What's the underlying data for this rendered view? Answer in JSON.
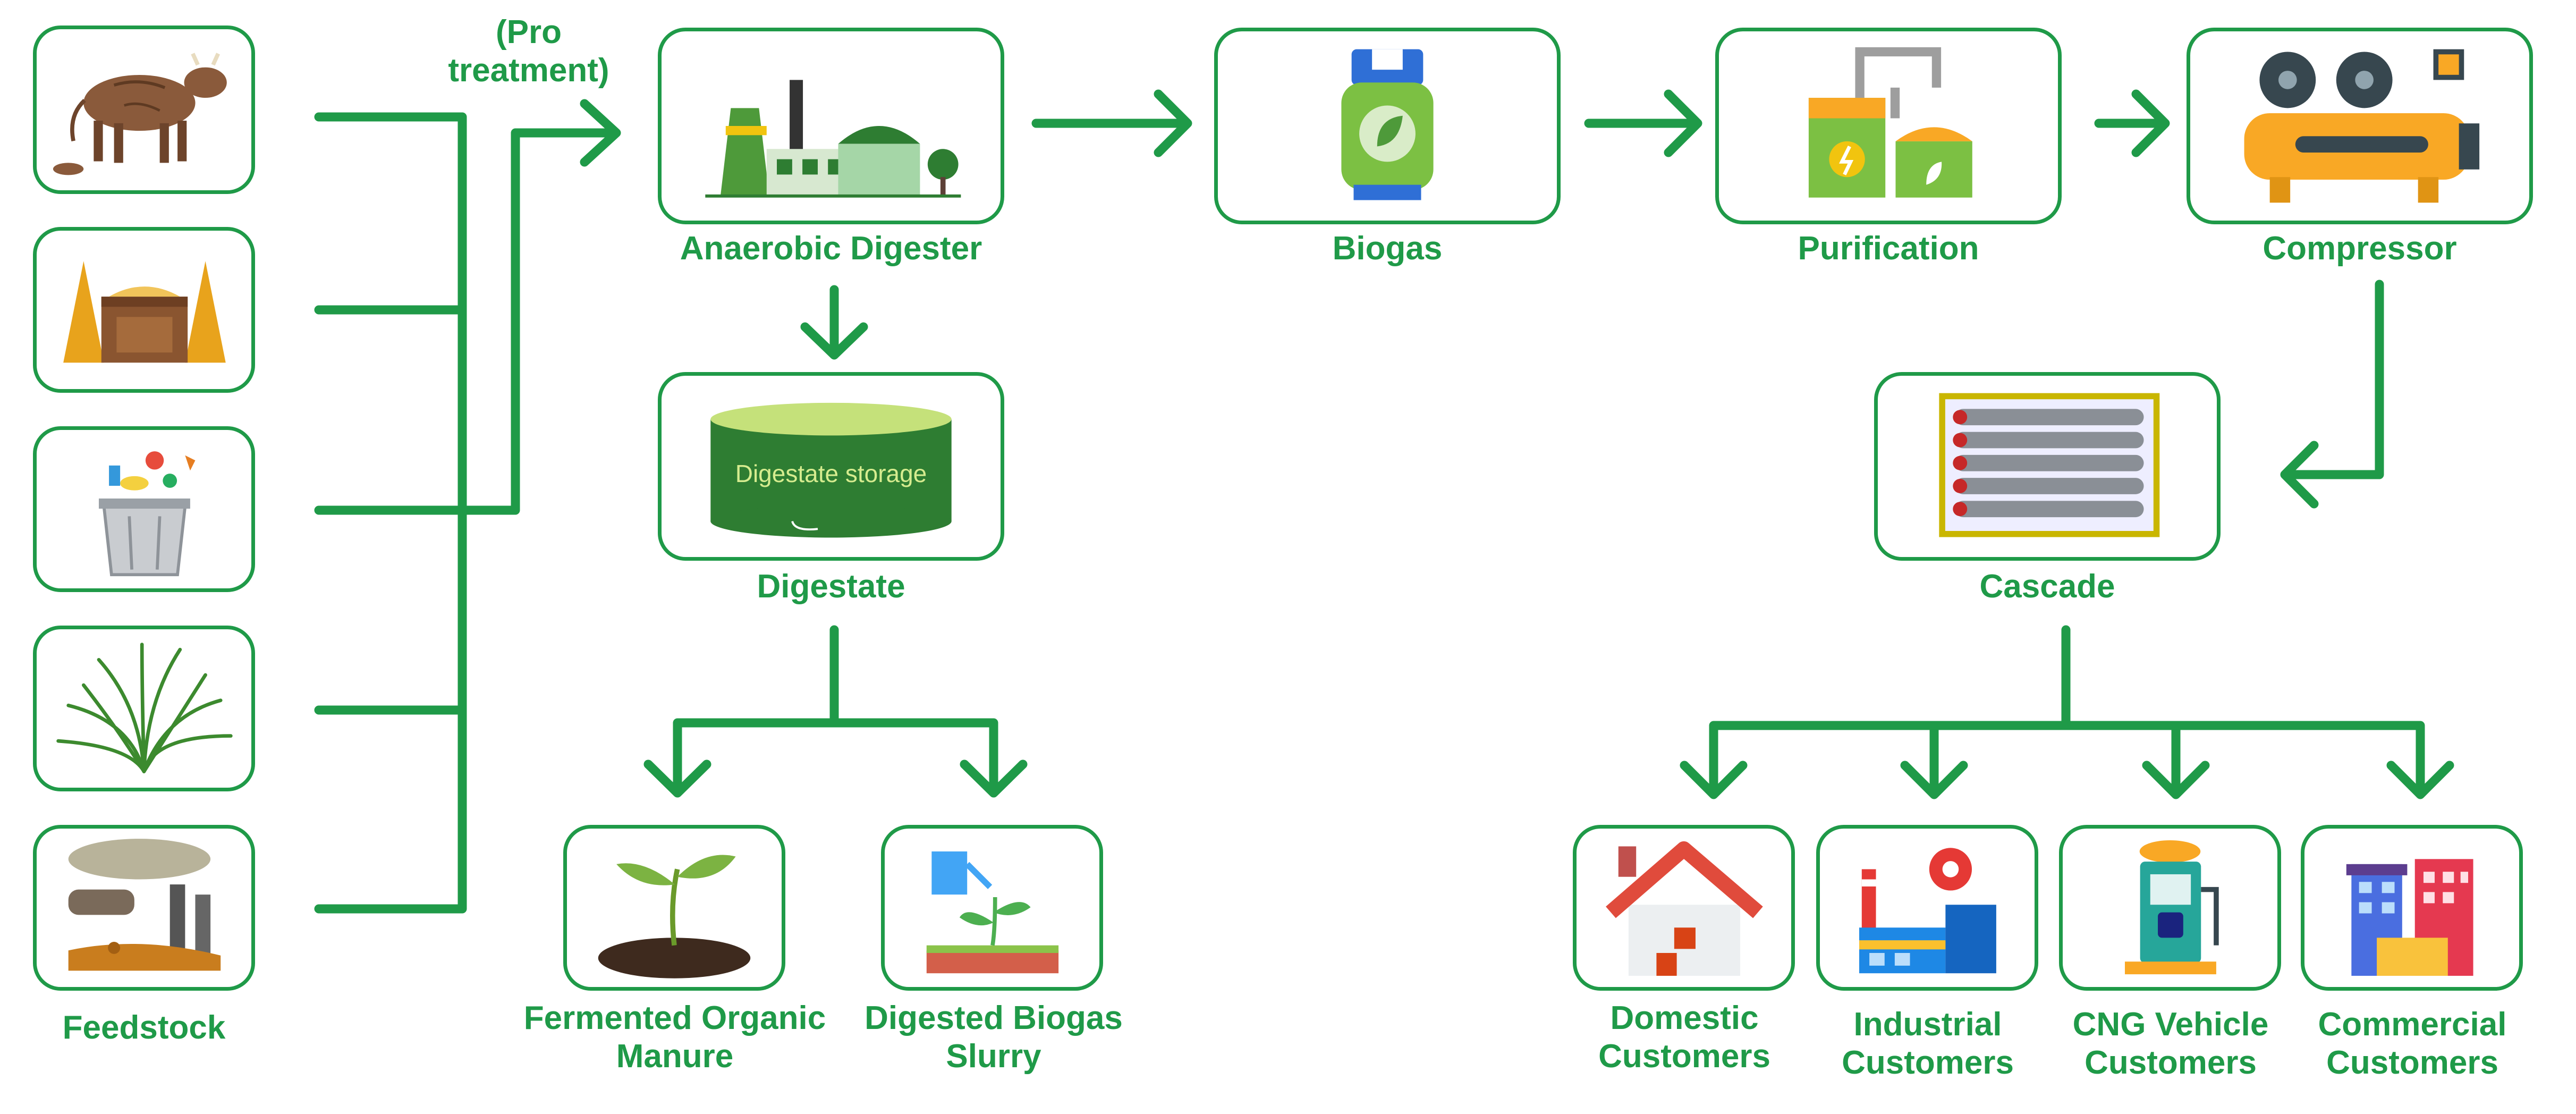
{
  "colors": {
    "accent": "#1f9a48"
  },
  "feedstock": {
    "label": "Feedstock"
  },
  "pretreatment": {
    "label_line1": "(Pro",
    "label_line2": "treatment)"
  },
  "nodes": {
    "anaerobic_digester": "Anaerobic Digester",
    "biogas": "Biogas",
    "purification": "Purification",
    "compressor": "Compressor",
    "digestate": "Digestate",
    "digestate_storage": "Digestate storage",
    "cascade": "Cascade"
  },
  "outputs": {
    "manure": [
      "Fermented Organic",
      "Manure"
    ],
    "slurry": [
      "Digested Biogas",
      "Slurry"
    ],
    "domestic": [
      "Domestic",
      "Customers"
    ],
    "industrial": [
      "Industrial",
      "Customers"
    ],
    "cng": [
      "CNG Vehicle",
      "Customers"
    ],
    "commercial": [
      "Commercial",
      "Customers"
    ]
  },
  "icons": [
    "cow-icon",
    "grain-icon",
    "trash-bin-icon",
    "grass-icon",
    "industrial-waste-icon",
    "digester-plant-icon",
    "gas-cylinder-icon",
    "purification-plant-icon",
    "compressor-icon",
    "digestate-tank-icon",
    "cylinder-cascade-icon",
    "sprout-icon",
    "watering-can-icon",
    "house-icon",
    "factory-icon",
    "fuel-pump-icon",
    "buildings-icon"
  ]
}
